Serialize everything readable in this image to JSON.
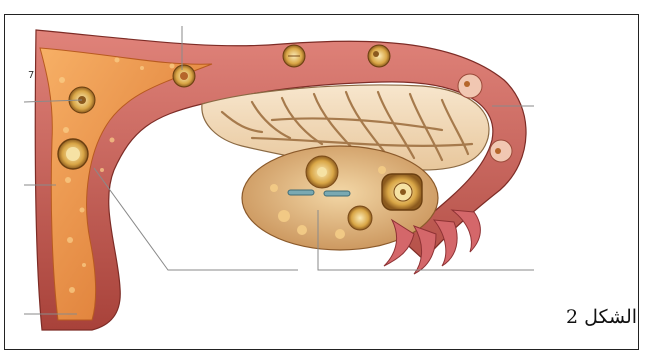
{
  "figure": {
    "caption": "الشكل 2",
    "marker_label": "7",
    "palette": {
      "muscle": "#c8564a",
      "muscle_dark": "#9c3a33",
      "mucosa": "#f29a4a",
      "mucosa_dark": "#d9742c",
      "cavity": "#f4d9b8",
      "folds": "#b58a5c",
      "ovary": "#e7c08a",
      "follicle": "#d9a646",
      "oocyte": "#f6e2a4",
      "leader": "#8a8a8a"
    },
    "leader_lines_count": 7
  }
}
